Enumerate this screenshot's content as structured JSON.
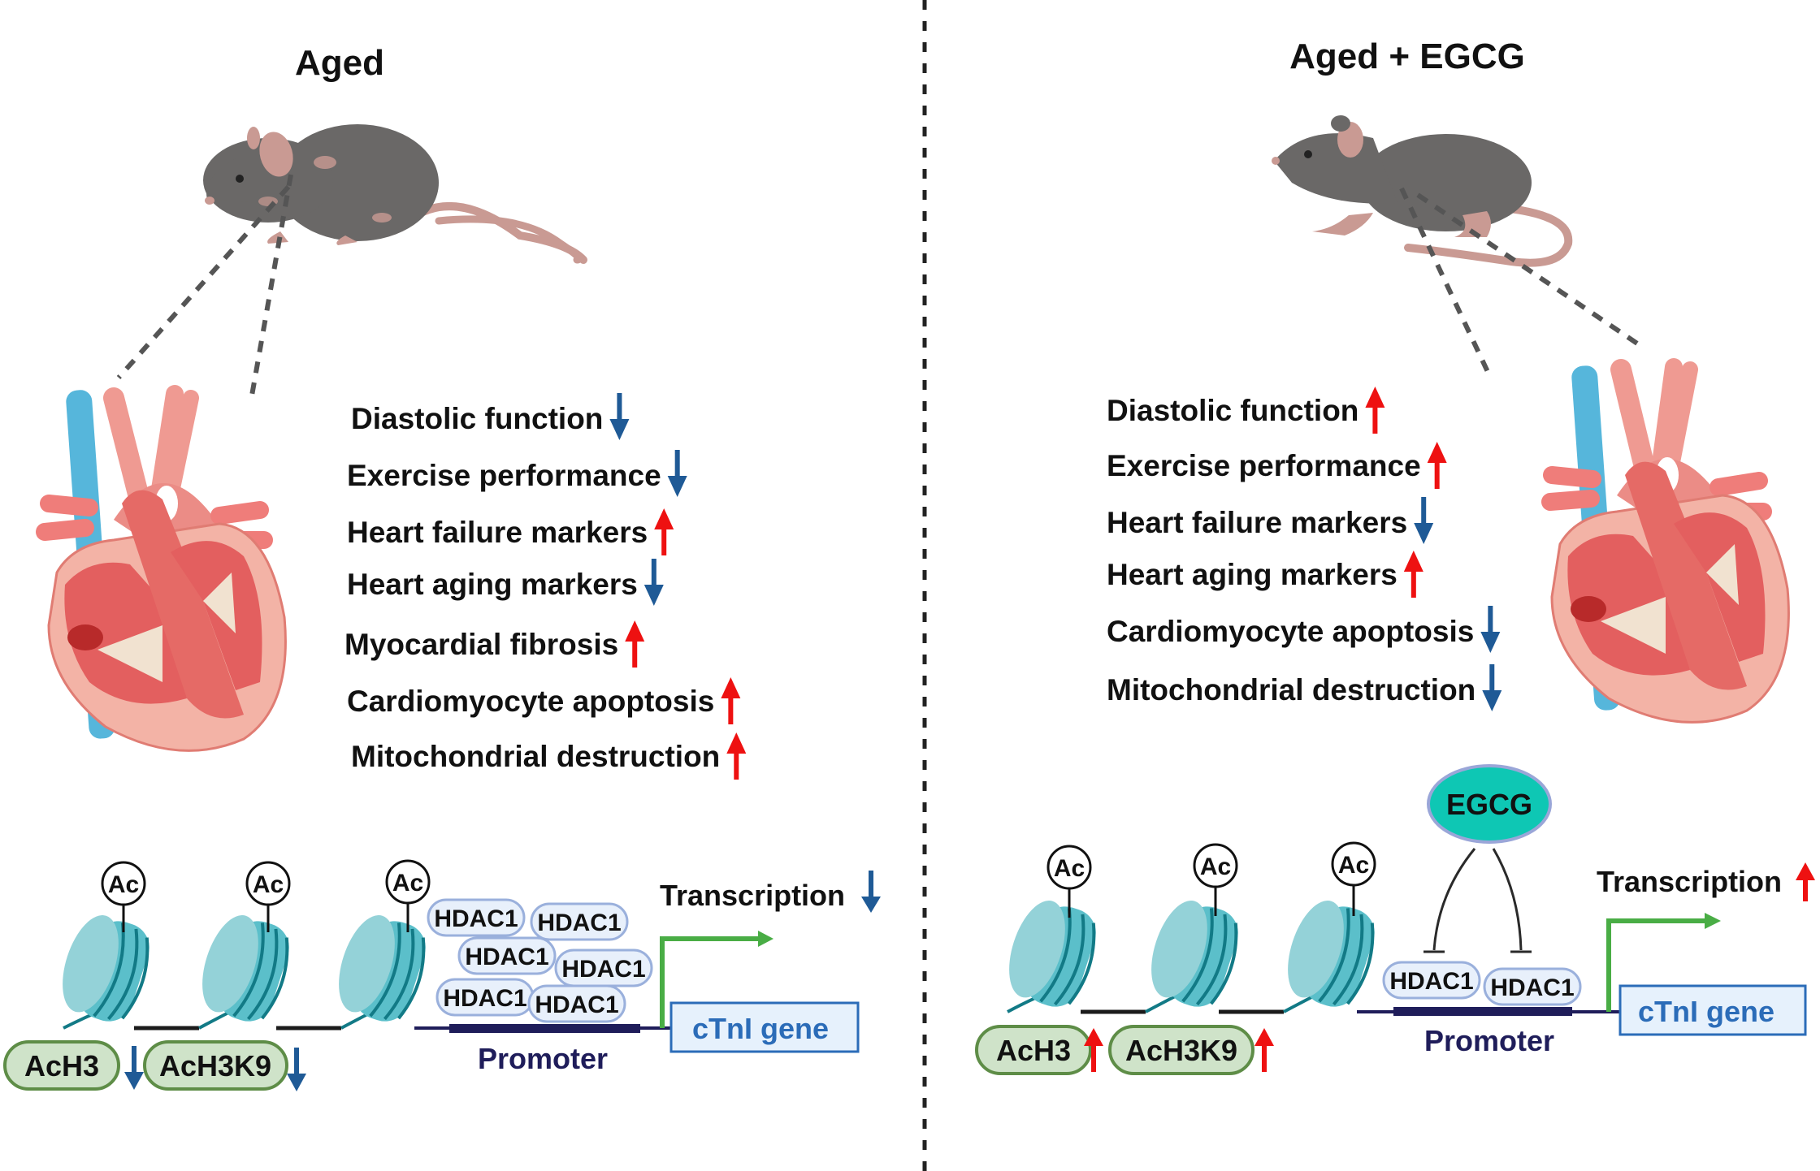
{
  "colors": {
    "up_arrow": "#ee1111",
    "down_arrow": "#1f5a96",
    "nucleosome": "#5bbfca",
    "nucleosome_light": "#94d2d8",
    "dna_wrap": "#127a86",
    "hdac_fill": "#e8f0fb",
    "hdac_border": "#9ab0dc",
    "acmark_fill": "#cfe3c9",
    "acmark_border": "#5e8d47",
    "promoter": "#1f1d5a",
    "gene_fill": "#e6f1fc",
    "gene_border": "#2b6cb8",
    "tss_arrow": "#49ad45",
    "egcg_fill": "#0ec7b4",
    "egcg_border": "#9aa6d8",
    "mouse": "#6a6867",
    "mouse_skin": "#c99a93"
  },
  "panels": [
    {
      "title": "Aged",
      "effects": [
        {
          "label": "Diastolic function",
          "direction": "down"
        },
        {
          "label": "Exercise performance",
          "direction": "down"
        },
        {
          "label": "Heart failure markers",
          "direction": "up"
        },
        {
          "label": "Heart aging markers",
          "direction": "down"
        },
        {
          "label": "Myocardial fibrosis",
          "direction": "up"
        },
        {
          "label": "Cardiomyocyte apoptosis",
          "direction": "up"
        },
        {
          "label": "Mitochondrial destruction",
          "direction": "up"
        }
      ],
      "acetyl_label": "Ac",
      "hdac_label": "HDAC1",
      "hdac_count": 6,
      "histone_marks": [
        {
          "label": "AcH3",
          "direction": "down"
        },
        {
          "label": "AcH3K9",
          "direction": "down"
        }
      ],
      "promoter_label": "Promoter",
      "gene_label": "cTnI gene",
      "transcription": {
        "label": "Transcription",
        "direction": "down"
      }
    },
    {
      "title": "Aged + EGCG",
      "effects": [
        {
          "label": "Diastolic function",
          "direction": "up"
        },
        {
          "label": "Exercise performance",
          "direction": "up"
        },
        {
          "label": "Heart failure markers",
          "direction": "down"
        },
        {
          "label": "Heart aging markers",
          "direction": "up"
        },
        {
          "label": "Cardiomyocyte apoptosis",
          "direction": "down"
        },
        {
          "label": "Mitochondrial destruction",
          "direction": "down"
        }
      ],
      "acetyl_label": "Ac",
      "hdac_label": "HDAC1",
      "hdac_count": 2,
      "inhibitor_label": "EGCG",
      "histone_marks": [
        {
          "label": "AcH3",
          "direction": "up"
        },
        {
          "label": "AcH3K9",
          "direction": "up"
        }
      ],
      "promoter_label": "Promoter",
      "gene_label": "cTnI gene",
      "transcription": {
        "label": "Transcription",
        "direction": "up"
      }
    }
  ]
}
